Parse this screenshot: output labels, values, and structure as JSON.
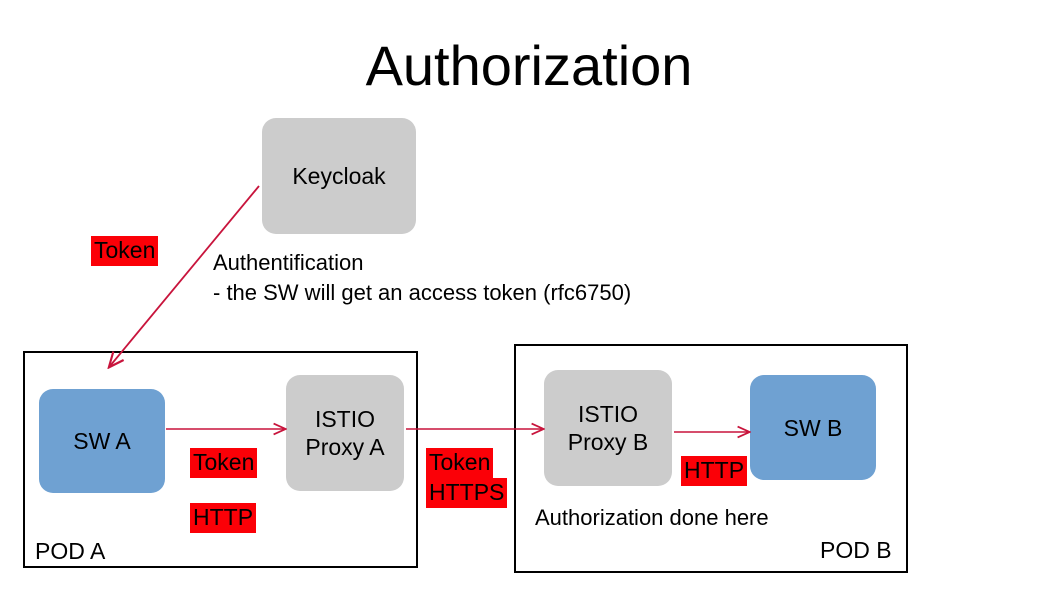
{
  "slide": {
    "title": "Authorization"
  },
  "nodes": {
    "keycloak": {
      "label": "Keycloak"
    },
    "sw_a": {
      "label": "SW A"
    },
    "proxy_a": {
      "label": "ISTIO\nProxy A"
    },
    "proxy_b": {
      "label": "ISTIO\nProxy B"
    },
    "sw_b": {
      "label": "SW B"
    }
  },
  "pods": {
    "pod_a": {
      "label": "POD A"
    },
    "pod_b": {
      "label": "POD B",
      "note": "Authorization done here"
    }
  },
  "annotations": {
    "auth_note": "Authentification\n- the SW will get an access token (rfc6750)"
  },
  "tags": {
    "keycloak_token": "Token",
    "pod_a_token": "Token",
    "pod_a_http": "HTTP",
    "between_token": "Token",
    "between_https": "HTTPS",
    "pod_b_http": "HTTP"
  },
  "colors": {
    "tag_red": "#fb0007",
    "arrow_crimson": "#c8143c",
    "node_blue": "#6fa1d2",
    "node_gray": "#cccccc",
    "pod_border": "#000000",
    "background": "#ffffff",
    "text": "#000000"
  }
}
